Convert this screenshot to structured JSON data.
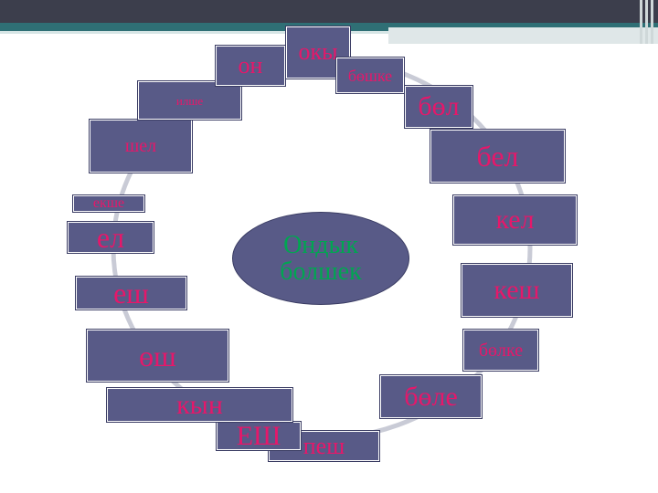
{
  "center": {
    "line1": "Ондык",
    "line2": "болшек"
  },
  "words": {
    "oku": "окы",
    "bolshe": "бөшке",
    "bol": "бөл",
    "bel": "бел",
    "kel": "кел",
    "kesh": "кеш",
    "bolke": "бөлке",
    "bole": "бөле",
    "pesh": "пеш",
    "esh_bottom": "ЕШ",
    "kyn": "кын",
    "osh": "өш",
    "esh": "еш",
    "el": "ел",
    "ekshe": "екше",
    "shel": "шел",
    "ilshe": "илше",
    "on": "он"
  },
  "colors": {
    "box_fill": "#585a87",
    "word_color": "#e6176a",
    "center_text": "#00a651",
    "header_dark": "#3c3e4c",
    "header_teal": "#2f6f75"
  }
}
